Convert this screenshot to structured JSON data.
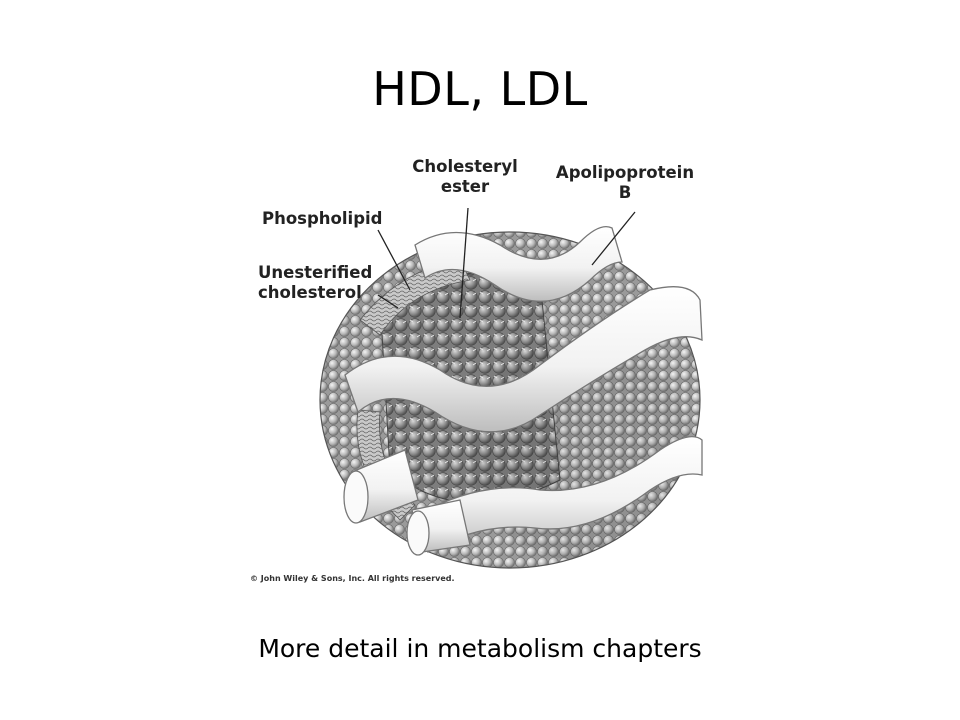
{
  "slide": {
    "title": "HDL, LDL",
    "caption": "More detail in metabolism chapters"
  },
  "figure": {
    "labels": {
      "cholesteryl_ester_line1": "Cholesteryl",
      "cholesteryl_ester_line2": "ester",
      "apolipoprotein_line1": "Apolipoprotein",
      "apolipoprotein_line2": "B",
      "phospholipid": "Phospholipid",
      "unesterified_line1": "Unesterified",
      "unesterified_line2": "cholesterol"
    },
    "copyright": "© John Wiley & Sons, Inc. All rights reserved."
  }
}
